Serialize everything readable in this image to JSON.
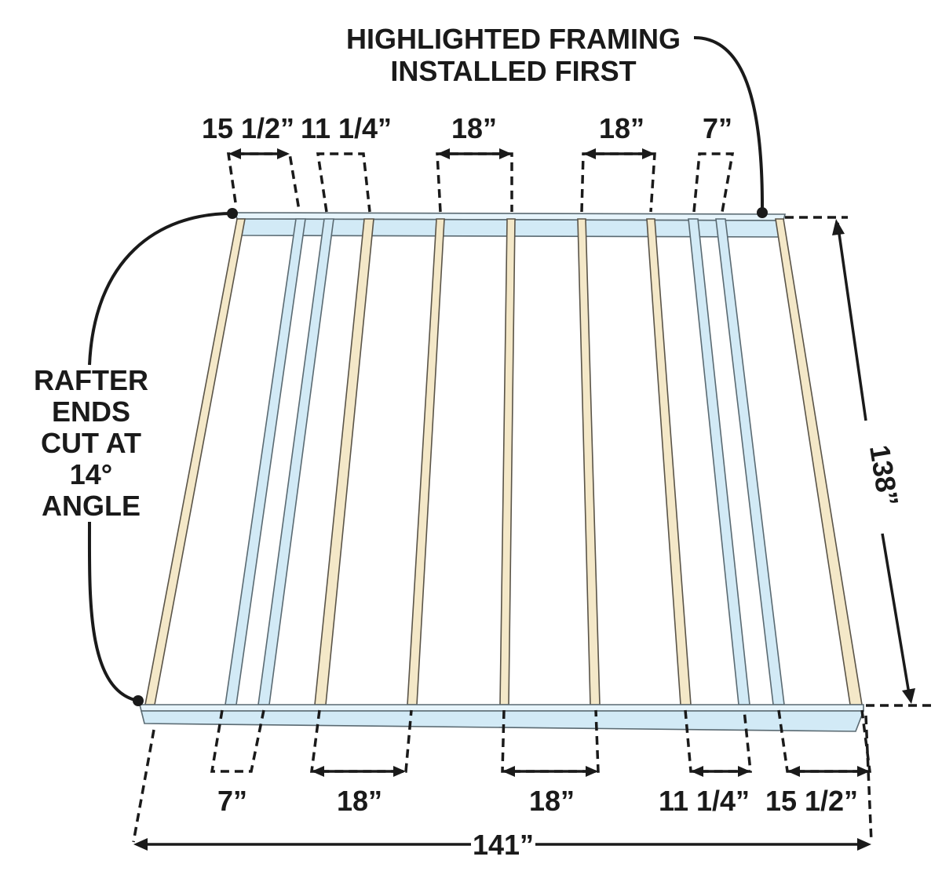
{
  "callouts": {
    "highlighted_framing": [
      "HIGHLIGHTED FRAMING",
      "INSTALLED FIRST"
    ],
    "rafter_ends": [
      "RAFTER",
      "ENDS",
      "CUT AT",
      "14°",
      "ANGLE"
    ]
  },
  "top_dimensions": [
    "15 1/2”",
    "11 1/4”",
    "18”",
    "18”",
    "7”"
  ],
  "bottom_dimensions": [
    "7”",
    "18”",
    "18”",
    "11 1/4”",
    "15 1/2”"
  ],
  "overall": {
    "depth": "138”",
    "width": "141”"
  },
  "colors": {
    "highlighted": "#d2eaf6",
    "wood": "#f4e8c8",
    "line": "#1a1a1a"
  }
}
